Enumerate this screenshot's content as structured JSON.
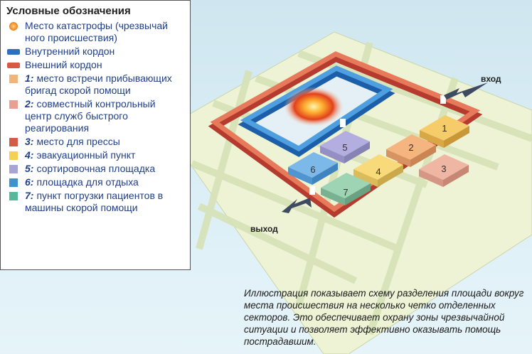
{
  "legend": {
    "title": "Условные обозначения",
    "items": [
      {
        "num": "",
        "text": "Место катастрофы (чрезвычай ного происшествия)",
        "color": "#e8832a",
        "kind": "dot"
      },
      {
        "num": "",
        "text": "Внутренний кордон",
        "color": "#2f6fc0",
        "kind": "bar"
      },
      {
        "num": "",
        "text": "Внешний кордон",
        "color": "#d85a45",
        "kind": "bar"
      },
      {
        "num": "1:",
        "text": "место встречи прибывающих бригад скорой помощи",
        "color": "#f2b478",
        "kind": "sq"
      },
      {
        "num": "2:",
        "text": "совместный контрольный центр служб быстрого реагирования",
        "color": "#eaa090",
        "kind": "sq"
      },
      {
        "num": "3:",
        "text": "место для прессы",
        "color": "#d65a48",
        "kind": "sq"
      },
      {
        "num": "4:",
        "text": "эвакуационный пункт",
        "color": "#f6d050",
        "kind": "sq"
      },
      {
        "num": "5:",
        "text": "сортировочная площадка",
        "color": "#a8a4d6",
        "kind": "sq"
      },
      {
        "num": "6:",
        "text": "площадка для отдыха",
        "color": "#3a94d4",
        "kind": "sq"
      },
      {
        "num": "7:",
        "text": "пункт погрузки пациентов в машины скорой помощи",
        "color": "#56b79a",
        "kind": "sq"
      }
    ]
  },
  "labels": {
    "entry": "вход",
    "exit": "выход"
  },
  "zones": [
    "1",
    "2",
    "3",
    "4",
    "5",
    "6",
    "7"
  ],
  "caption": "Иллюстрация показывает схему разделения площади вокруг места происшествия на несколько четко отделенных секторов. Это обеспечивает охрану зоны чрезвычайной ситуации и позволяет эффективно оказывать помощь пострадавшим."
}
